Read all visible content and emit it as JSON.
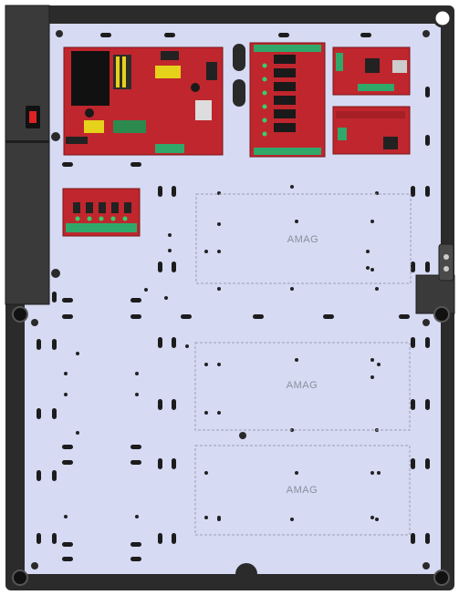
{
  "enclosure": {
    "frame_color": "#2b2b2b",
    "backplate_color": "#d6daf3",
    "board_color": "#c0262d",
    "terminal_color": "#2fa86a",
    "zone_border_color": "#9aa0b4"
  },
  "mounting_zones": [
    {
      "label": "AMAG"
    },
    {
      "label": "AMAG"
    },
    {
      "label": "AMAG"
    }
  ],
  "boards": [
    {
      "name": "power-supply-board"
    },
    {
      "name": "relay-module-board"
    },
    {
      "name": "interface-board-top"
    },
    {
      "name": "interface-board-bottom"
    },
    {
      "name": "power-distribution-board"
    }
  ],
  "icons": {
    "power_switch": "power-switch-icon",
    "lock": "keyhole-lock-icon",
    "mount_screw": "mounting-screw-icon"
  }
}
